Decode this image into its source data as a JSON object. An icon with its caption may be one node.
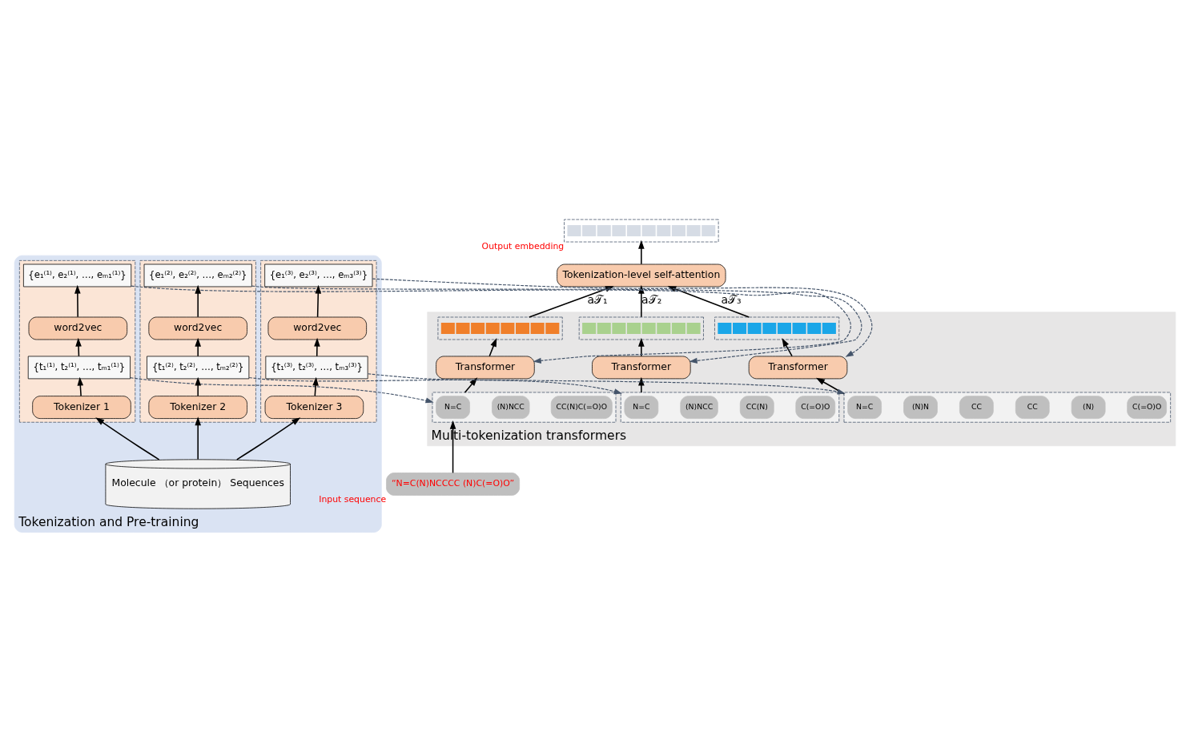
{
  "diagram": {
    "nodes": [
      {
        "text": [],
        "shape": "bar",
        "beside": [
          "Output embedding"
        ]
      },
      {
        "text": [
          "Tokenization-level self-attention"
        ]
      },
      {
        "text": [
          "Multi-tokenization transformers"
        ]
      },
      {
        "text": [],
        "shape": "bar",
        "in": 2
      },
      {
        "text": [],
        "shape": "bar",
        "in": 2
      },
      {
        "text": [],
        "shape": "bar",
        "in": 2
      },
      {
        "text": [
          "Transformer"
        ],
        "in": 2
      },
      {
        "text": [
          "Transformer"
        ],
        "in": 2
      },
      {
        "text": [
          "Transformer"
        ],
        "in": 2
      },
      {
        "text": [],
        "shape": "box",
        "in": 2
      },
      {
        "text": [
          "N=C"
        ],
        "in": 9
      },
      {
        "text": [
          "(N)NCC"
        ],
        "in": 9
      },
      {
        "text": [
          "CC(N)C(=O)O"
        ],
        "in": 9
      },
      {
        "text": [],
        "shape": "box",
        "in": 2
      },
      {
        "text": [
          "N=C"
        ],
        "in": 13
      },
      {
        "text": [
          "(N)NCC"
        ],
        "in": 13
      },
      {
        "text": [
          "CC(N)"
        ],
        "in": 13
      },
      {
        "text": [
          "C(=O)O"
        ],
        "in": 13
      },
      {
        "text": [],
        "shape": "box",
        "in": 2
      },
      {
        "text": [
          "N=C"
        ],
        "in": 18
      },
      {
        "text": [
          "(N)N"
        ],
        "in": 18
      },
      {
        "text": [
          "CC"
        ],
        "in": 18
      },
      {
        "text": [
          "CC"
        ],
        "in": 18
      },
      {
        "text": [
          "(N)"
        ],
        "in": 18
      },
      {
        "text": [
          "C(=O)O"
        ],
        "in": 18
      },
      {
        "text": [
          "“N=C(N)NCCCC (N)C(=O)O”"
        ],
        "beside": [
          "Input sequence"
        ]
      },
      {
        "text": [
          "Tokenization and Pre-training"
        ]
      },
      {
        "text": [],
        "shape": "box",
        "in": 26
      },
      {
        "text": [
          "{e₁⁽¹⁾, e₂⁽¹⁾, …, eₘ₁⁽¹⁾}"
        ],
        "in": 27
      },
      {
        "text": [
          "word2vec"
        ],
        "in": 27
      },
      {
        "text": [
          "{t₁⁽¹⁾, t₂⁽¹⁾, …, tₘ₁⁽¹⁾}"
        ],
        "in": 27
      },
      {
        "text": [
          "Tokenizer 1"
        ],
        "in": 27
      },
      {
        "text": [],
        "shape": "box",
        "in": 26
      },
      {
        "text": [
          "{e₁⁽²⁾, e₂⁽²⁾, …, eₘ₂⁽²⁾}"
        ],
        "in": 32
      },
      {
        "text": [
          "word2vec"
        ],
        "in": 32
      },
      {
        "text": [
          "{t₁⁽²⁾, t₂⁽²⁾, …, tₘ₂⁽²⁾}"
        ],
        "in": 32
      },
      {
        "text": [
          "Tokenizer 2"
        ],
        "in": 32
      },
      {
        "text": [],
        "shape": "box",
        "in": 26
      },
      {
        "text": [
          "{e₁⁽³⁾, e₂⁽³⁾, …, eₘ₃⁽³⁾}"
        ],
        "in": 37
      },
      {
        "text": [
          "word2vec"
        ],
        "in": 37
      },
      {
        "text": [
          "{t₁⁽³⁾, t₂⁽³⁾, …, tₘ₃⁽³⁾}"
        ],
        "in": 37
      },
      {
        "text": [
          "Tokenizer 3"
        ],
        "in": 37
      },
      {
        "text": [
          "Molecule （or protein） Sequences"
        ],
        "in": 26
      }
    ],
    "edges": [
      {
        "from": 1,
        "to": 0,
        "arrow": "to"
      },
      {
        "from": 3,
        "to": 1,
        "arrow": "to",
        "label": "a𝒯₁"
      },
      {
        "from": 4,
        "to": 1,
        "arrow": "to",
        "label": "a𝒯₂"
      },
      {
        "from": 5,
        "to": 1,
        "arrow": "to",
        "label": "a𝒯₃"
      },
      {
        "from": 6,
        "to": 3,
        "arrow": "to"
      },
      {
        "from": 7,
        "to": 4,
        "arrow": "to"
      },
      {
        "from": 8,
        "to": 5,
        "arrow": "to"
      },
      {
        "from": 9,
        "to": 6,
        "arrow": "to"
      },
      {
        "from": 13,
        "to": 7,
        "arrow": "to"
      },
      {
        "from": 18,
        "to": 8,
        "arrow": "to"
      },
      {
        "from": 25,
        "to": 9,
        "arrow": "to"
      },
      {
        "from": 42,
        "to": 31,
        "arrow": "to"
      },
      {
        "from": 42,
        "to": 36,
        "arrow": "to"
      },
      {
        "from": 42,
        "to": 41,
        "arrow": "to"
      },
      {
        "from": 31,
        "to": 30,
        "arrow": "to"
      },
      {
        "from": 30,
        "to": 29,
        "arrow": "to"
      },
      {
        "from": 29,
        "to": 28,
        "arrow": "to"
      },
      {
        "from": 36,
        "to": 35,
        "arrow": "to"
      },
      {
        "from": 35,
        "to": 34,
        "arrow": "to"
      },
      {
        "from": 34,
        "to": 33,
        "arrow": "to"
      },
      {
        "from": 41,
        "to": 40,
        "arrow": "to"
      },
      {
        "from": 40,
        "to": 39,
        "arrow": "to"
      },
      {
        "from": 39,
        "to": 38,
        "arrow": "to"
      },
      {
        "from": 30,
        "to": 9,
        "arrow": "to",
        "style": "dashed",
        "color": "#44546a"
      },
      {
        "from": 28,
        "to": 6,
        "arrow": "to",
        "style": "dashed",
        "color": "#44546a"
      },
      {
        "from": 35,
        "to": 13,
        "arrow": "to",
        "style": "dashed",
        "color": "#44546a"
      },
      {
        "from": 33,
        "to": 7,
        "arrow": "to",
        "style": "dashed",
        "color": "#44546a"
      },
      {
        "from": 40,
        "to": 18,
        "arrow": "to",
        "style": "dashed",
        "color": "#44546a"
      },
      {
        "from": 38,
        "to": 8,
        "arrow": "to",
        "style": "dashed",
        "color": "#44546a"
      }
    ]
  }
}
